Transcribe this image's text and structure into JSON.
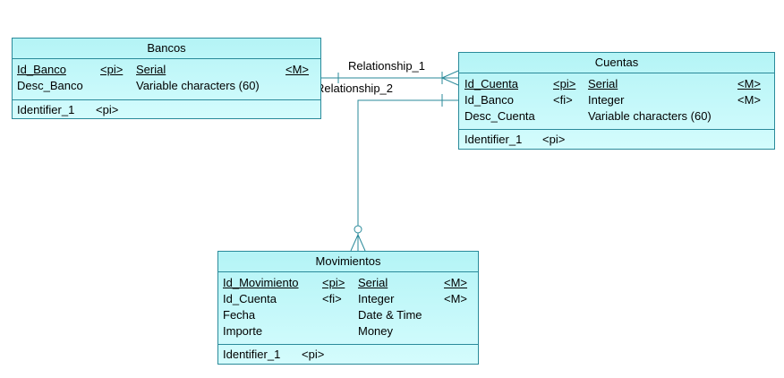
{
  "entities": {
    "bancos": {
      "title": "Bancos",
      "attributes": [
        {
          "name": "Id_Banco",
          "key": "<pi>",
          "type": "Serial",
          "mand": "<M>",
          "underline": true
        },
        {
          "name": "Desc_Banco",
          "key": "",
          "type": "Variable characters (60)",
          "mand": "",
          "underline": false
        }
      ],
      "identifier": {
        "name": "Identifier_1",
        "key": "<pi>"
      }
    },
    "cuentas": {
      "title": "Cuentas",
      "attributes": [
        {
          "name": "Id_Cuenta",
          "key": "<pi>",
          "type": "Serial",
          "mand": "<M>",
          "underline": true
        },
        {
          "name": "Id_Banco",
          "key": "<fi>",
          "type": "Integer",
          "mand": "<M>",
          "underline": false
        },
        {
          "name": "Desc_Cuenta",
          "key": "",
          "type": "Variable characters (60)",
          "mand": "",
          "underline": false
        }
      ],
      "identifier": {
        "name": "Identifier_1",
        "key": "<pi>"
      }
    },
    "movimientos": {
      "title": "Movimientos",
      "attributes": [
        {
          "name": "Id_Movimiento",
          "key": "<pi>",
          "type": "Serial",
          "mand": "<M>",
          "underline": true
        },
        {
          "name": "Id_Cuenta",
          "key": "<fi>",
          "type": "Integer",
          "mand": "<M>",
          "underline": false
        },
        {
          "name": "Fecha",
          "key": "",
          "type": "Date & Time",
          "mand": "",
          "underline": false
        },
        {
          "name": "Importe",
          "key": "",
          "type": "Money",
          "mand": "",
          "underline": false
        }
      ],
      "identifier": {
        "name": "Identifier_1",
        "key": "<pi>"
      }
    }
  },
  "relationships": {
    "r1": {
      "label": "Relationship_1",
      "from": "Bancos",
      "to": "Cuentas"
    },
    "r2": {
      "label": "Relationship_2",
      "from": "Cuentas",
      "to": "Movimientos"
    }
  },
  "colors": {
    "entity_fill": "#c4f8f9",
    "entity_border": "#2a8a9a",
    "link_line": "#2a8a9a"
  }
}
